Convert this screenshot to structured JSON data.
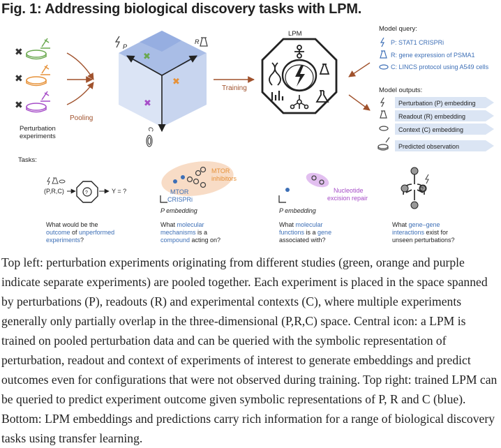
{
  "title": "Fig. 1: Addressing biological discovery tasks with LPM.",
  "labels": {
    "perturbation_experiments_1": "Perturbation",
    "perturbation_experiments_2": "experiments",
    "pooling": "Pooling",
    "axis_p": "P",
    "axis_r": "R",
    "axis_c": "C",
    "training": "Training",
    "lpm": "LPM",
    "tasks": "Tasks:"
  },
  "model_query": {
    "title": "Model query:",
    "items": [
      {
        "icon": "lightning-icon",
        "text": "P: STAT1 CRISPRi"
      },
      {
        "icon": "flask-icon",
        "text": "R: gene expression of PSMA1"
      },
      {
        "icon": "petri-dish-icon",
        "text": "C: LINCS protocol using A549 cells"
      }
    ]
  },
  "model_outputs": {
    "title": "Model outputs:",
    "items": [
      {
        "icon": "lightning-icon",
        "text": "Perturbation (P) embedding"
      },
      {
        "icon": "flask-icon",
        "text": "Readout (R) embedding"
      },
      {
        "icon": "petri-dish-icon",
        "text": "Context (C) embedding"
      },
      {
        "icon": "dish-stack-icon",
        "text": "Predicted observation"
      }
    ]
  },
  "task1": {
    "input": "(P,R,C)",
    "output": "Y = ?",
    "q1": "What would be the",
    "q2_hl": "outcome",
    "q2_mid": " of ",
    "q2_hl2": "unperformed",
    "q3_hl": "experiments",
    "q3_end": "?"
  },
  "task2": {
    "cluster1_1": "MTOR",
    "cluster1_2": "inhibitors",
    "cluster2_1": "MTOR",
    "cluster2_2": "CRISPRi",
    "axis": "P embedding",
    "q1": "What ",
    "q1_hl": "molecular",
    "q2_hl": "mechanisms",
    "q2_end": " is a",
    "q3_hl": "compound",
    "q3_end": " acting on?"
  },
  "task3": {
    "cluster_1": "Nucleotide",
    "cluster_2": "excision repair",
    "axis": "P embedding",
    "q1": "What ",
    "q1_hl": "molecular",
    "q2_hl": "functions",
    "q2_mid": " is a ",
    "q2_hl2": "gene",
    "q3": "associated with?"
  },
  "task4": {
    "q1": "What ",
    "q1_hl": "gene–gene",
    "q2_hl": "interactions",
    "q2_end": " exist for",
    "q3": "unseen perturbations?"
  },
  "caption": "Top left: perturbation experiments originating from different studies (green, orange and purple indicate separate experiments) are pooled together. Each experiment is placed in the space spanned by perturbations (P), readouts (R) and experimental contexts (C), where multiple experiments generally only partially overlap in the three-dimensional (P,R,C) space. Central icon: a LPM is trained on pooled perturbation data and can be queried with the symbolic representation of perturbation, readout and context of experiments of interest to generate embeddings and predict outcomes even for configurations that were not observed during training. Top right: trained LPM can be queried to predict experiment outcome given symbolic representations of P, R and C (blue). Bottom: LPM embeddings and predictions carry rich information for a range of biological discovery tasks using transfer learning.",
  "colors": {
    "green": "#6aa84f",
    "orange": "#e69138",
    "purple": "#a64dc8",
    "blue": "#3d6fb6",
    "arrow": "#a0522d",
    "cube": "#c9d6ee"
  }
}
